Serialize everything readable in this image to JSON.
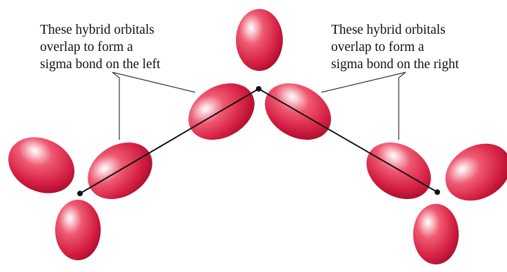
{
  "annotations": {
    "left": {
      "lines": [
        "These hybrid orbitals",
        "overlap to form a",
        "sigma bond on the left"
      ]
    },
    "right": {
      "lines": [
        "These hybrid orbitals",
        "overlap to form a",
        "sigma bond on the right"
      ]
    }
  },
  "colors": {
    "orbital_highlight": "#ffffff",
    "orbital_mid": "#e83a56",
    "orbital_dark": "#b0102e",
    "bond_line": "#111111",
    "nucleus_dot": "#111111",
    "leader_line": "#333333",
    "caption_text": "#111111"
  }
}
